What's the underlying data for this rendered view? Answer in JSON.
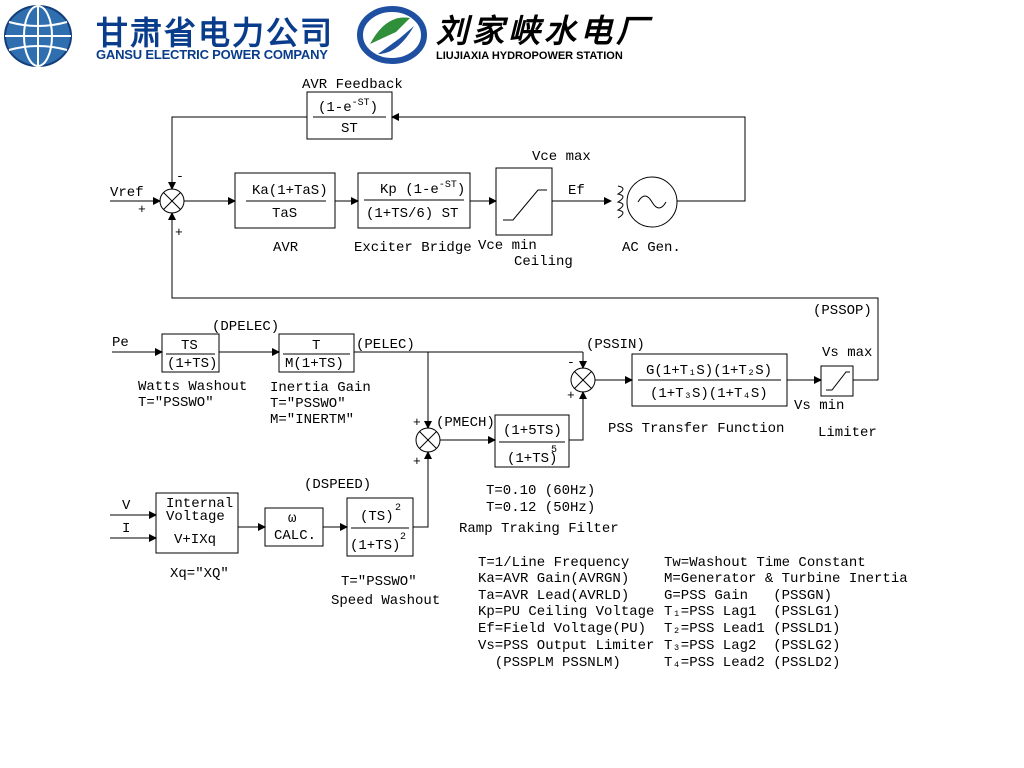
{
  "header": {
    "company_cn": "甘肃省电力公司",
    "company_en": "GANSU ELECTRIC POWER COMPANY",
    "station_cn": "刘家峡水电厂",
    "station_en": "LIUJIAXIA HYDROPOWER STATION"
  },
  "avr_loop": {
    "feedback_title": "AVR Feedback",
    "feedback_num": "(1-e",
    "feedback_num_sup": "-ST",
    "feedback_num_close": ")",
    "feedback_den": "ST",
    "vref": "Vref",
    "avr_num": "Ka(1+TaS)",
    "avr_den": "TaS",
    "avr_label": "AVR",
    "exc_num": "Kp (1-e",
    "exc_num_sup": "-ST",
    "exc_num_close": ")",
    "exc_den": "(1+TS/6) ST",
    "exc_label": "Exciter Bridge",
    "vce_max": "Vce max",
    "vce_min": "Vce min",
    "ceiling": "Ceiling",
    "ef": "Ef",
    "gen_label": "AC Gen.",
    "sign_plus": "+",
    "sign_minus": "-"
  },
  "pss": {
    "pssop": "(PSSOP)",
    "pe": "Pe",
    "dpelec": "(DPELEC)",
    "ww_num": "TS",
    "ww_den": "(1+TS)",
    "ww_label1": "Watts Washout",
    "ww_label2": "T=\"PSSWO\"",
    "ig_num": "T",
    "ig_den": "M(1+TS)",
    "pelec": "(PELEC)",
    "ig_label1": "Inertia Gain",
    "ig_label2": "T=\"PSSWO\"",
    "ig_label3": "M=\"INERTM\"",
    "pmech": "(PMECH)",
    "rt_num": "(1+5TS)",
    "rt_den": "(1+TS)",
    "rt_exp": "5",
    "rt_t1": "T=0.10 (60Hz)",
    "rt_t2": "T=0.12 (50Hz)",
    "rt_label": "Ramp Traking Filter",
    "pssin": "(PSSIN)",
    "tf_num": "G(1+T₁S)(1+T₂S)",
    "tf_den": "(1+T₃S)(1+T₄S)",
    "tf_label": "PSS Transfer Function",
    "vs_max": "Vs max",
    "vs_min": "Vs min",
    "limiter": "Limiter",
    "v": "V",
    "i": "I",
    "iv_line1": "Internal",
    "iv_line2": "Voltage",
    "iv_line3": "V+IXq",
    "xq": "Xq=\"XQ\"",
    "omega": "ω",
    "calc": "CALC.",
    "dspeed": "(DSPEED)",
    "sw_num": "(TS)",
    "sw_den": "(1+TS)",
    "sw_exp": "2",
    "sw_label1": "T=\"PSSWO\"",
    "sw_label2": "Speed Washout"
  },
  "legend": {
    "left": [
      "T=1/Line Frequency",
      "Ka=AVR Gain(AVRGN)",
      "Ta=AVR Lead(AVRLD)",
      "Kp=PU Ceiling Voltage",
      "Ef=Field Voltage(PU)",
      "Vs=PSS Output Limiter",
      "  (PSSPLM PSSNLM)"
    ],
    "right": [
      "Tw=Washout Time Constant",
      "M=Generator & Turbine Inertia",
      "G=PSS Gain   (PSSGN)",
      "T₁=PSS Lag1  (PSSLG1)",
      "T₂=PSS Lead1 (PSSLD1)",
      "T₃=PSS Lag2  (PSSLG2)",
      "T₄=PSS Lead2 (PSSLD2)"
    ]
  },
  "colors": {
    "brand_blue": "#0a3c8c",
    "station_green": "#2f8f3a",
    "station_blue": "#1f4fa0"
  }
}
